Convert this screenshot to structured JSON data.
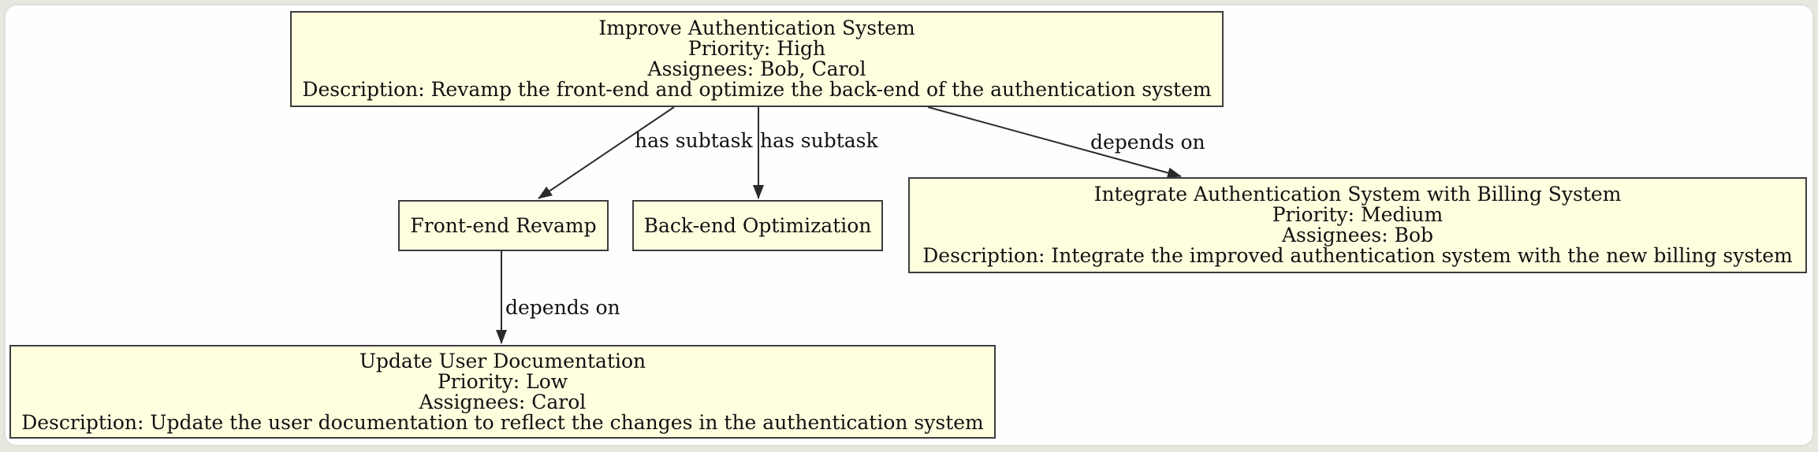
{
  "diagram": {
    "type": "dependency-graph",
    "colors": {
      "frame_background": "#e8e8e1",
      "canvas_background": "#fefefe",
      "node_fill": "#ffffe0",
      "node_border": "#3d3d3d",
      "edge_color": "#2a2a2a",
      "text_color": "#111111"
    },
    "nodes": [
      {
        "id": "improve-authentication",
        "title": "Improve Authentication System",
        "priority": "Priority: High",
        "assignees": "Assignees: Bob, Carol",
        "description": "Description: Revamp the front-end and optimize the back-end of the authentication system"
      },
      {
        "id": "frontend-revamp",
        "title": "Front-end Revamp"
      },
      {
        "id": "backend-optimization",
        "title": "Back-end Optimization"
      },
      {
        "id": "integrate-billing",
        "title": "Integrate Authentication System with Billing System",
        "priority": "Priority: Medium",
        "assignees": "Assignees: Bob",
        "description": "Description: Integrate the improved authentication system with the new billing system"
      },
      {
        "id": "update-user-documentation",
        "title": "Update User Documentation",
        "priority": "Priority: Low",
        "assignees": "Assignees: Carol",
        "description": "Description: Update the user documentation to reflect the changes in the authentication system"
      }
    ],
    "edges": [
      {
        "from": "improve-authentication",
        "to": "frontend-revamp",
        "label": "has subtask"
      },
      {
        "from": "improve-authentication",
        "to": "backend-optimization",
        "label": "has subtask"
      },
      {
        "from": "improve-authentication",
        "to": "integrate-billing",
        "label": "depends on"
      },
      {
        "from": "frontend-revamp",
        "to": "update-user-documentation",
        "label": "depends on"
      }
    ]
  }
}
